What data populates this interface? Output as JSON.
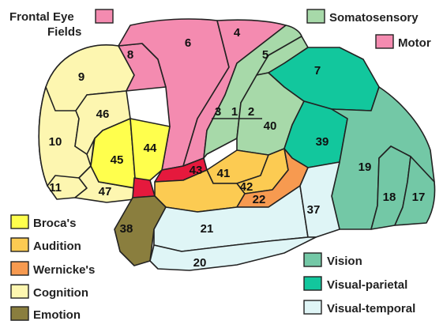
{
  "colors": {
    "cognition": "#fdf6b0",
    "broca": "#ffff4d",
    "motor": "#f48bb0",
    "somatosensory": "#a7d9a9",
    "vision": "#73c8a6",
    "visual_parietal": "#12c79d",
    "visual_temporal": "#dff5f6",
    "audition": "#fccb52",
    "wernicke": "#f79a50",
    "emotion": "#8a7e3e",
    "red_area": "#e5193d",
    "outline": "#222222"
  },
  "labels": {
    "frontal_eye_fields_line1": "Frontal Eye",
    "frontal_eye_fields_line2": "Fields",
    "somatosensory": "Somatosensory",
    "motor": "Motor",
    "brocas": "Broca's",
    "audition": "Audition",
    "wernickes": "Wernicke's",
    "cognition": "Cognition",
    "emotion": "Emotion",
    "vision": "Vision",
    "visual_parietal": "Visual-parietal",
    "visual_temporal": "Visual-temporal"
  },
  "areas": {
    "a4": "4",
    "a6": "6",
    "a8": "8",
    "a9": "9",
    "a46": "46",
    "a10": "10",
    "a45": "45",
    "a44": "44",
    "a11": "11",
    "a47": "47",
    "a43": "43",
    "a41": "41",
    "a42": "42",
    "a22": "22",
    "a21": "21",
    "a20": "20",
    "a38": "38",
    "a37": "37",
    "a39": "39",
    "a40": "40",
    "a7": "7",
    "a5": "5",
    "a19": "19",
    "a18": "18",
    "a17": "17",
    "a3": "3",
    "a1": "1",
    "a2": "2"
  }
}
